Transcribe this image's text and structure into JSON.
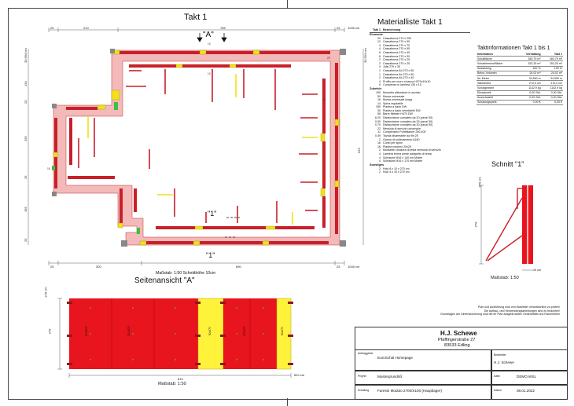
{
  "plan": {
    "title": "Takt 1",
    "section_label": "\"A\"",
    "cut_label": "\"1\"",
    "dims_top": [
      "25",
      "210",
      "785",
      "1045 cm",
      "25"
    ],
    "dims_bottom": [
      "25",
      "300",
      "690",
      "1045 cm",
      "25"
    ],
    "dims_left": [
      "25",
      "134",
      "20",
      "255",
      "25",
      "195",
      "25"
    ],
    "dims_right_total": "629",
    "dims_side_top": "30 694 cm",
    "dims_side_bottom": "30 694 cm",
    "scale_text": "Maßstab: 1:50   Schnitthöhe 10cm"
  },
  "side_view": {
    "title": "Seitenansicht \"A\"",
    "height_label": "270",
    "cm_label": "270 cm",
    "width_label": "810",
    "width_cm": "810 cm",
    "scale_text": "Maßstab: 1:50",
    "panel_labels": [
      "270x270",
      "270x270",
      "90x270",
      "270x270",
      "60x270"
    ]
  },
  "material": {
    "title": "Materialliste  Takt 1",
    "header": [
      "Takt 1",
      "Bezeichnung"
    ],
    "sections": [
      {
        "name": "Elemente",
        "rows": [
          [
            "20",
            "Cassaforma 270 x 250"
          ],
          [
            "12",
            "Cassaforma 270 x 90"
          ],
          [
            "4",
            "Cassaforma 270 x 70"
          ],
          [
            "4",
            "Cassaforma 270 x 55"
          ],
          [
            "6",
            "Cassaforma 270 x 45"
          ],
          [
            "6",
            "Cassaforma 270 x 30"
          ],
          [
            "2",
            "Cassaforma 270 x 25"
          ],
          [
            "2",
            "Cassaforma 270 x 25"
          ],
          [
            "4",
            "Jolly 270 x 30"
          ],
          [
            "1",
            "Cassaforma Ab 270 x 60"
          ],
          [
            "1",
            "Cassaforma Ab 270 x 60"
          ],
          [
            "2",
            "Cassaforma Ab 270 x 40"
          ],
          [
            "4",
            "Profilo per muro a bacca H270x10x10"
          ],
          [
            "9",
            "Compenso in lamiera 135 x 15"
          ]
        ]
      },
      {
        "name": "Zubehör",
        "rows": [
          [
            "150",
            "Morsetto allineatore in acciaio"
          ],
          [
            "50",
            "Morsa universale"
          ],
          [
            "16",
            "Morsa universale lunga"
          ],
          [
            "14",
            "Spina regolabile"
          ],
          [
            "165",
            "Piastra a dado DW"
          ],
          [
            "30",
            "Piastra a dado orientabile DW"
          ],
          [
            "58",
            "Barre filettate H470 DW"
          ],
          [
            "6.20",
            "Distanziatore completo da 20 (pezzi 50)"
          ],
          [
            "0.50",
            "Distanziatore completo da 25 (pezzi 50)"
          ],
          [
            "0.70",
            "Distanziatore completo da 30 (pezzi 50)"
          ],
          [
            "22",
            "Mensola di servizio universale"
          ],
          [
            "11",
            "Compensino Puntellatore 250-400"
          ],
          [
            "0.49",
            "Tavola disarmante da litri 25"
          ],
          [
            "2",
            "Gancio di sollevamento A160"
          ],
          [
            "16",
            "Cunei per spine"
          ],
          [
            "16",
            "Piastra rosorino 20x20"
          ],
          [
            "2",
            "Montante chiusura di testa mensola di servizio"
          ],
          [
            "4",
            "Lamiera ferma piede parapetto di testa"
          ],
          [
            "4",
            "Schraube M16 x 140 mit Mutter"
          ],
          [
            "4",
            "Schraube M16 x 170 mit Mutter"
          ]
        ]
      },
      {
        "name": "Sonstiges",
        "rows": [
          [
            "2",
            "Holz 8 x 10 x 270 cm"
          ],
          [
            "2",
            "Holz 4 x 10 x 270 cm"
          ]
        ]
      }
    ]
  },
  "takt_info": {
    "title": "Taktinformationen  Takt 1 bis 1",
    "header": [
      "Information",
      "Verhaltung",
      "Takt 1"
    ],
    "rows": [
      [
        "Schalfläche",
        "160,79 m²",
        "160,79 m²"
      ],
      [
        "Schalelement/fläche",
        "152,25 m²",
        "152,25 m²"
      ],
      [
        "Auslastung",
        "100 %",
        "100 %"
      ],
      [
        "Beton-Volumen",
        "24,02 m³",
        "24,02 m³"
      ],
      [
        "lfd. Meter",
        "34,550 m",
        "34,550 m"
      ],
      [
        "Wandhöhe",
        "270,0 cm",
        "270,0 cm"
      ],
      [
        "Schalgewicht",
        "1142,9 kg",
        "1142,9 kg"
      ],
      [
        "Einsatzzeit",
        "0,00 Std.",
        "0,00 Std."
      ],
      [
        "Ausschalzeit",
        "0,00 Std.",
        "0,00 Std."
      ],
      [
        "Schalungspreis",
        "0,00 €",
        "0,00 €"
      ]
    ]
  },
  "section_cut": {
    "title": "Schnitt \"1\"",
    "height_label": "270",
    "top_label": "270 cm",
    "width_label": "25 cm",
    "scale_text": "Maßstab: 1:50"
  },
  "note": {
    "lines": [
      "Plan und Ausführung sind vom Bauleiter verantwortlich zu prüfen!",
      "Die Aufbau- und Verwendungsanleitungen sind zu beachten!",
      "Grundlagen der Dimensionierung sind die im Plan ausgedruckten Gedenktafel und Raumhöhen"
    ]
  },
  "title_block": {
    "company": "H.J. Schewe",
    "street": "Pfaffingerstraße 27",
    "city": "83533 Edling",
    "auftraggeber_label": "Auftraggeber",
    "auftraggeber": "EuroSchal Homepage",
    "bearbeiter_label": "Bearbeiter",
    "bearbeiter": "H.J. Schewe",
    "projekt_label": "Projekt",
    "projekt": "Mustergrundriß",
    "datei_label": "Datei",
    "datei": "DEMO.WSL",
    "schalung_label": "Schalung",
    "schalung": "Faresin Modulo 2700/S100 (Hauptlager)",
    "datum_label": "Datum",
    "datum": "08.01.2022"
  },
  "colors": {
    "wall_fill": "#f4b9b9",
    "panel_red": "#c8202a",
    "panel_yellow": "#f2e11a",
    "side_red": "#e8141e",
    "side_yellow": "#fff23a",
    "green": "#3fbf3f"
  }
}
